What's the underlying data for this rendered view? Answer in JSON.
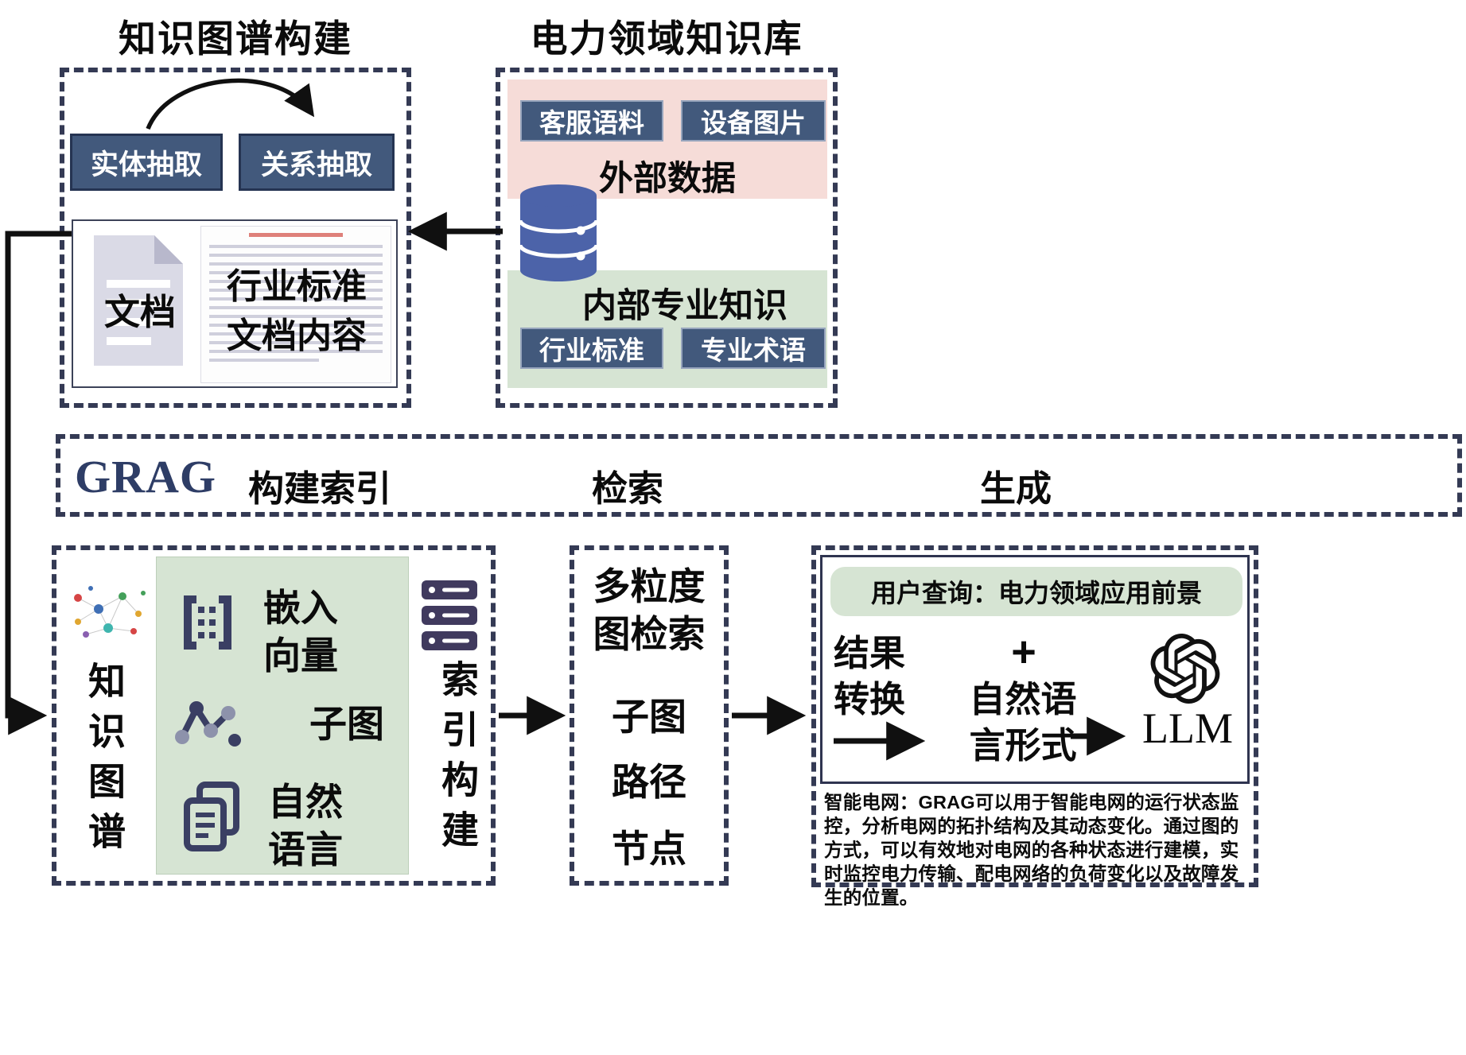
{
  "colors": {
    "dark_box": "#42597c",
    "dash_border": "#343a54",
    "pink_panel": "#f6dcd8",
    "green_panel": "#d6e4d3",
    "database_blue": "#4c63a9",
    "grag_navy": "#2e3d66",
    "icon_navy": "#3a3f63"
  },
  "top_left": {
    "title": "知识图谱构建",
    "entity_box": "实体抽取",
    "relation_box": "关系抽取",
    "doc_label": "文档",
    "doc_overlay": "行业标准\n文档内容"
  },
  "top_right": {
    "title": "电力领域知识库",
    "external_items": [
      "客服语料",
      "设备图片"
    ],
    "external_label": "外部数据",
    "internal_label": "内部专业知识",
    "internal_items": [
      "行业标准",
      "专业术语"
    ]
  },
  "grag": {
    "name": "GRAG",
    "stage_index": "构建索引",
    "stage_retrieval": "检索",
    "stage_generation": "生成"
  },
  "index_build": {
    "kg_vertical": "知识图谱",
    "embed_label": "嵌入\n向量",
    "subgraph_label": "子图",
    "natural_label": "自然\n语言",
    "index_vertical": "索引构建"
  },
  "retrieval_box": {
    "title": "多粒度\n图检索",
    "subgraph": "子图",
    "path": "路径",
    "node": "节点"
  },
  "generation_box": {
    "user_query": "用户查询：电力领域应用前景",
    "result_convert": "结果\n转换",
    "plus": "+",
    "nl_form": "自然语\n言形式",
    "llm": "LLM",
    "note": "智能电网：GRAG可以用于智能电网的运行状态监控，分析电网的拓扑结构及其动态变化。通过图的方式，可以有效地对电网的各种状态进行建模，实时监控电力传输、配电网络的负荷变化以及故障发生的位置。"
  }
}
